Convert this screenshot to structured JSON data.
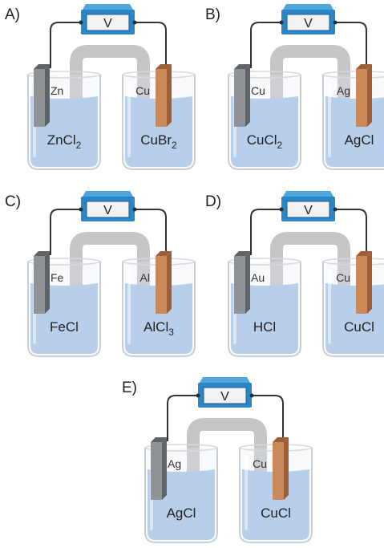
{
  "voltmeter_label": "V",
  "colors": {
    "electrolyte": "#a9c6e8",
    "gray_electrode": "#8f9398",
    "copper_electrode": "#c9895b",
    "salt_bridge": "#c6c6c8",
    "voltmeter_body": "#2a86c6",
    "wire": "#333333"
  },
  "cells": [
    {
      "label": "A)",
      "left": {
        "metal": "Zn",
        "metal_type": "gray",
        "solution": "ZnCl",
        "sub": "2"
      },
      "right": {
        "metal": "Cu",
        "metal_type": "copper",
        "solution": "CuBr",
        "sub": "2"
      }
    },
    {
      "label": "B)",
      "left": {
        "metal": "Cu",
        "metal_type": "gray",
        "solution": "CuCl",
        "sub": "2"
      },
      "right": {
        "metal": "Ag",
        "metal_type": "copper",
        "solution": "AgCl",
        "sub": ""
      }
    },
    {
      "label": "C)",
      "left": {
        "metal": "Fe",
        "metal_type": "gray",
        "solution": "FeCl",
        "sub": ""
      },
      "right": {
        "metal": "Al",
        "metal_type": "copper",
        "solution": "AlCl",
        "sub": "3"
      }
    },
    {
      "label": "D)",
      "left": {
        "metal": "Au",
        "metal_type": "gray",
        "solution": "HCl",
        "sub": ""
      },
      "right": {
        "metal": "Cu",
        "metal_type": "copper",
        "solution": "CuCl",
        "sub": ""
      }
    },
    {
      "label": "E)",
      "left": {
        "metal": "Ag",
        "metal_type": "gray",
        "solution": "AgCl",
        "sub": ""
      },
      "right": {
        "metal": "Cu",
        "metal_type": "copper",
        "solution": "CuCl",
        "sub": ""
      }
    }
  ]
}
